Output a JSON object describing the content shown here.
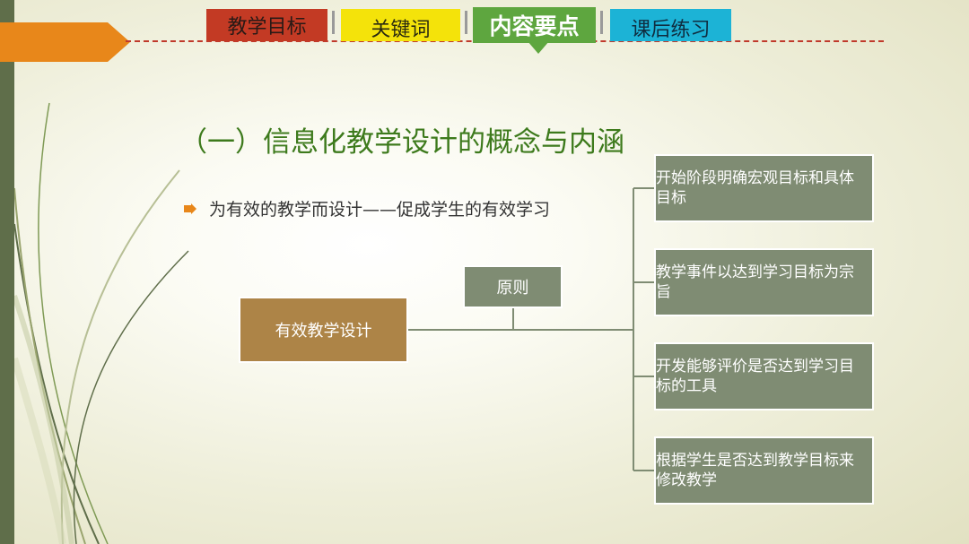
{
  "nav": {
    "tabs": [
      {
        "label": "教学目标",
        "color": "#c33a24"
      },
      {
        "label": "关键词",
        "color": "#f4e30a"
      },
      {
        "label": "内容要点",
        "color": "#5ea63f",
        "active": true
      },
      {
        "label": "课后练习",
        "color": "#1cb3d6"
      }
    ]
  },
  "slide": {
    "title": "（一）信息化教学设计的概念与内涵",
    "bullet": "为有效的教学而设计——促成学生的有效学习",
    "diagram": {
      "root": "有效教学设计",
      "connector_label": "原则",
      "items": [
        "开始阶段明确宏观目标和具体目标",
        "教学事件以达到学习目标为宗旨",
        "开发能够评价是否达到学习目标的工具",
        "根据学生是否达到教学目标来修改教学"
      ]
    }
  },
  "colors": {
    "accent_orange": "#e8871a",
    "title_green": "#3d7a1c",
    "box_gray": "#7f8c73",
    "box_brown": "#ad8447",
    "sidebar": "#5f6e4a"
  }
}
